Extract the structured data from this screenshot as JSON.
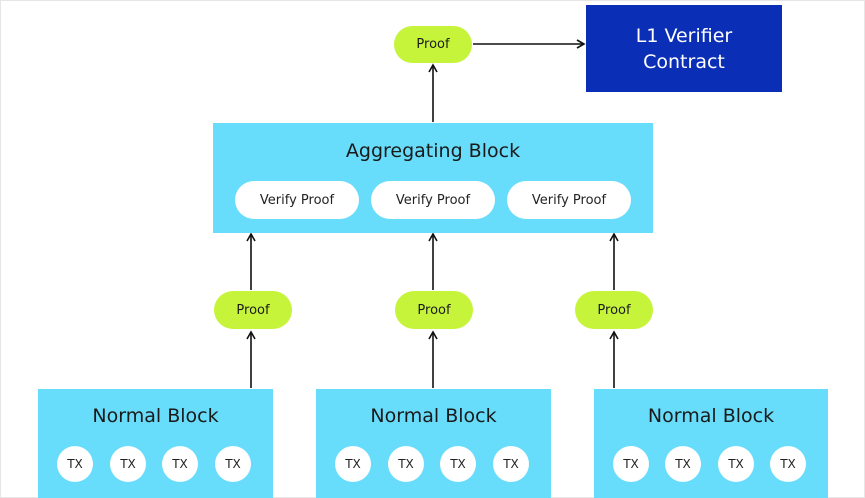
{
  "verifier": {
    "line1": "L1 Verifier",
    "line2": "Contract"
  },
  "top_proof": "Proof",
  "aggregating": {
    "title": "Aggregating Block",
    "verify_items": [
      "Verify Proof",
      "Verify Proof",
      "Verify Proof"
    ]
  },
  "mid_proofs": [
    "Proof",
    "Proof",
    "Proof"
  ],
  "normal_blocks": [
    {
      "title": "Normal Block",
      "txs": [
        "TX",
        "TX",
        "TX",
        "TX"
      ]
    },
    {
      "title": "Normal Block",
      "txs": [
        "TX",
        "TX",
        "TX",
        "TX"
      ]
    },
    {
      "title": "Normal Block",
      "txs": [
        "TX",
        "TX",
        "TX",
        "TX"
      ]
    }
  ],
  "colors": {
    "block": "#67dcfb",
    "proof": "#c6f43b",
    "verifier": "#0a2fb6"
  }
}
